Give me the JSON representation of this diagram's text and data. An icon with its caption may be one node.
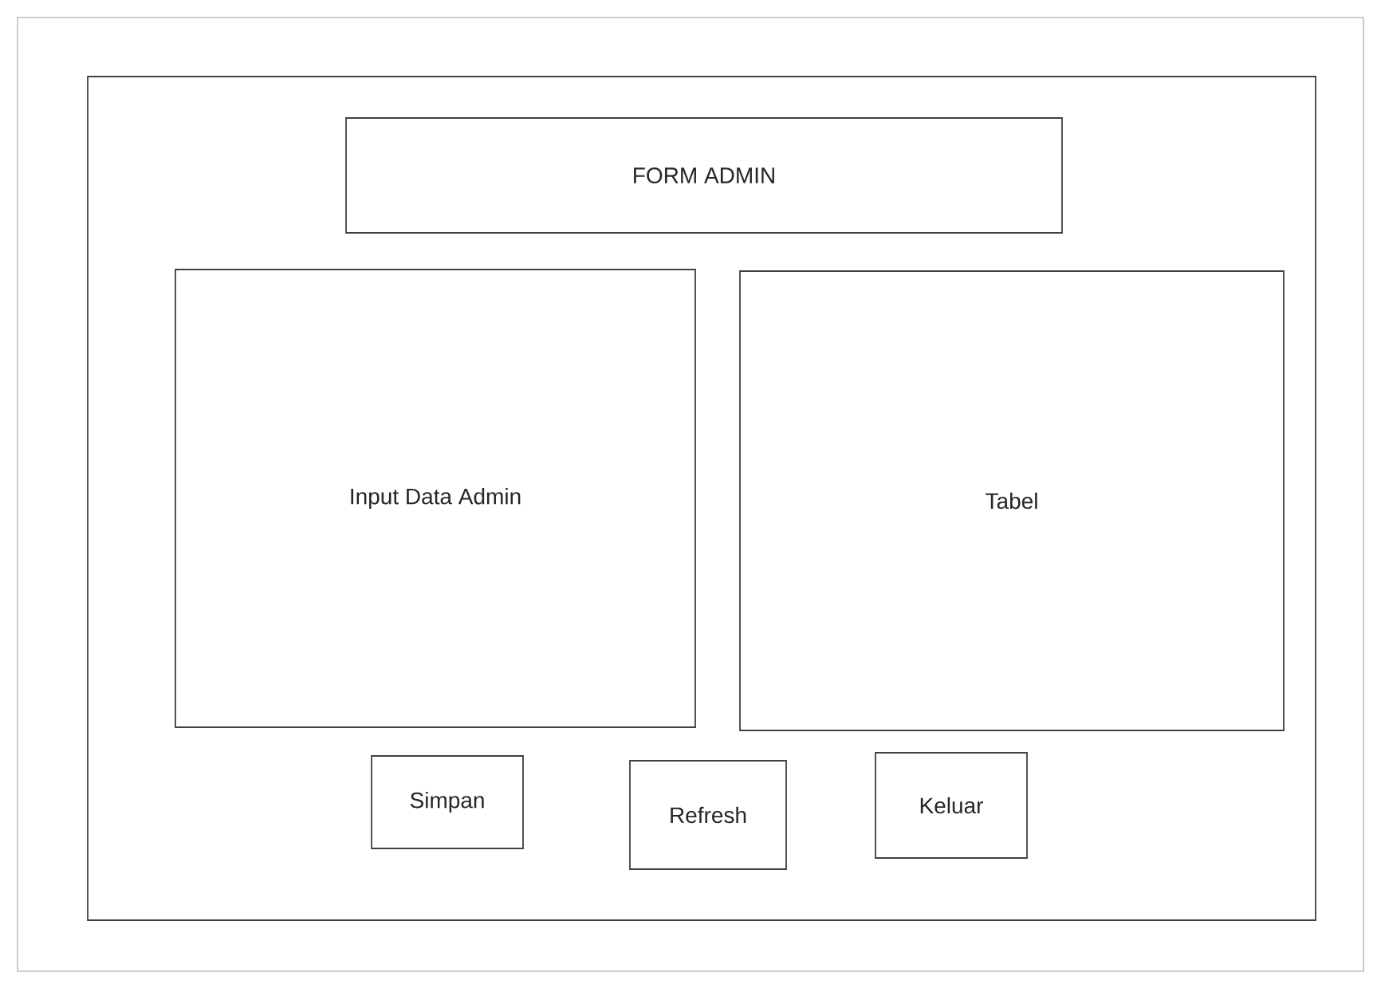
{
  "diagram": {
    "nodes": [
      {
        "text": [],
        "shape": "box"
      },
      {
        "text": [
          "FORM ADMIN"
        ],
        "in": 0
      },
      {
        "text": [
          "Input Data Admin"
        ],
        "in": 0
      },
      {
        "text": [
          "Tabel"
        ],
        "in": 0
      },
      {
        "text": [
          "Simpan"
        ],
        "in": 0
      },
      {
        "text": [
          "Refresh"
        ],
        "in": 0
      },
      {
        "text": [
          "Keluar"
        ],
        "in": 0
      }
    ]
  }
}
